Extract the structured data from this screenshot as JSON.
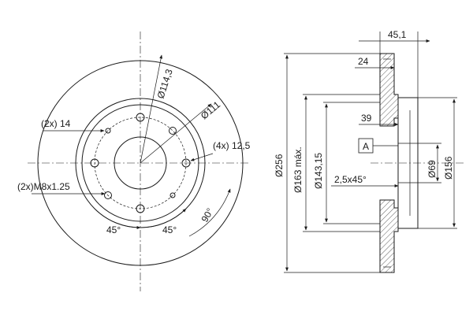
{
  "front_view": {
    "dim_pcd": "114,3",
    "dim_hub_bore": "111",
    "dim_holes_pair": "(2x) 14",
    "dim_holes_four": "(4x) 12,5",
    "dim_threads": "(2x)M8x1.25",
    "angle_left": "45°",
    "angle_right": "45°",
    "angle_side": "90°"
  },
  "side_view": {
    "dim_total_width": "45,1",
    "dim_disc_thickness": "24",
    "dim_hat_depth": "39",
    "datum_label": "A",
    "dim_outer_diameter": "256",
    "dim_max_diameter": "163 máx.",
    "dim_143": "143,15",
    "dim_chamfer": "2,5x45°",
    "dim_69": "69",
    "dim_156": "156"
  },
  "symbols": {
    "diameter": "Ø"
  }
}
